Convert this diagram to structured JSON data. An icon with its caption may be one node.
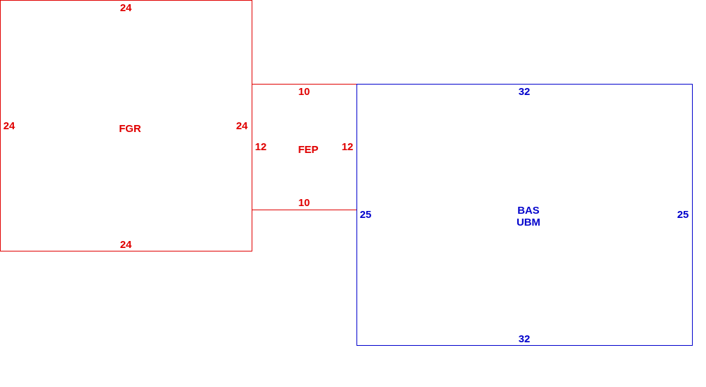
{
  "diagram": {
    "nodes": [
      {
        "text": [
          "FGR"
        ]
      },
      {
        "text": [
          "FEP"
        ]
      },
      {
        "text": [
          "BAS UBM"
        ]
      }
    ],
    "labels": [
      "24",
      "10",
      "32",
      "24",
      "24",
      "12",
      "12",
      "10",
      "25",
      "25",
      "24",
      "32"
    ]
  }
}
